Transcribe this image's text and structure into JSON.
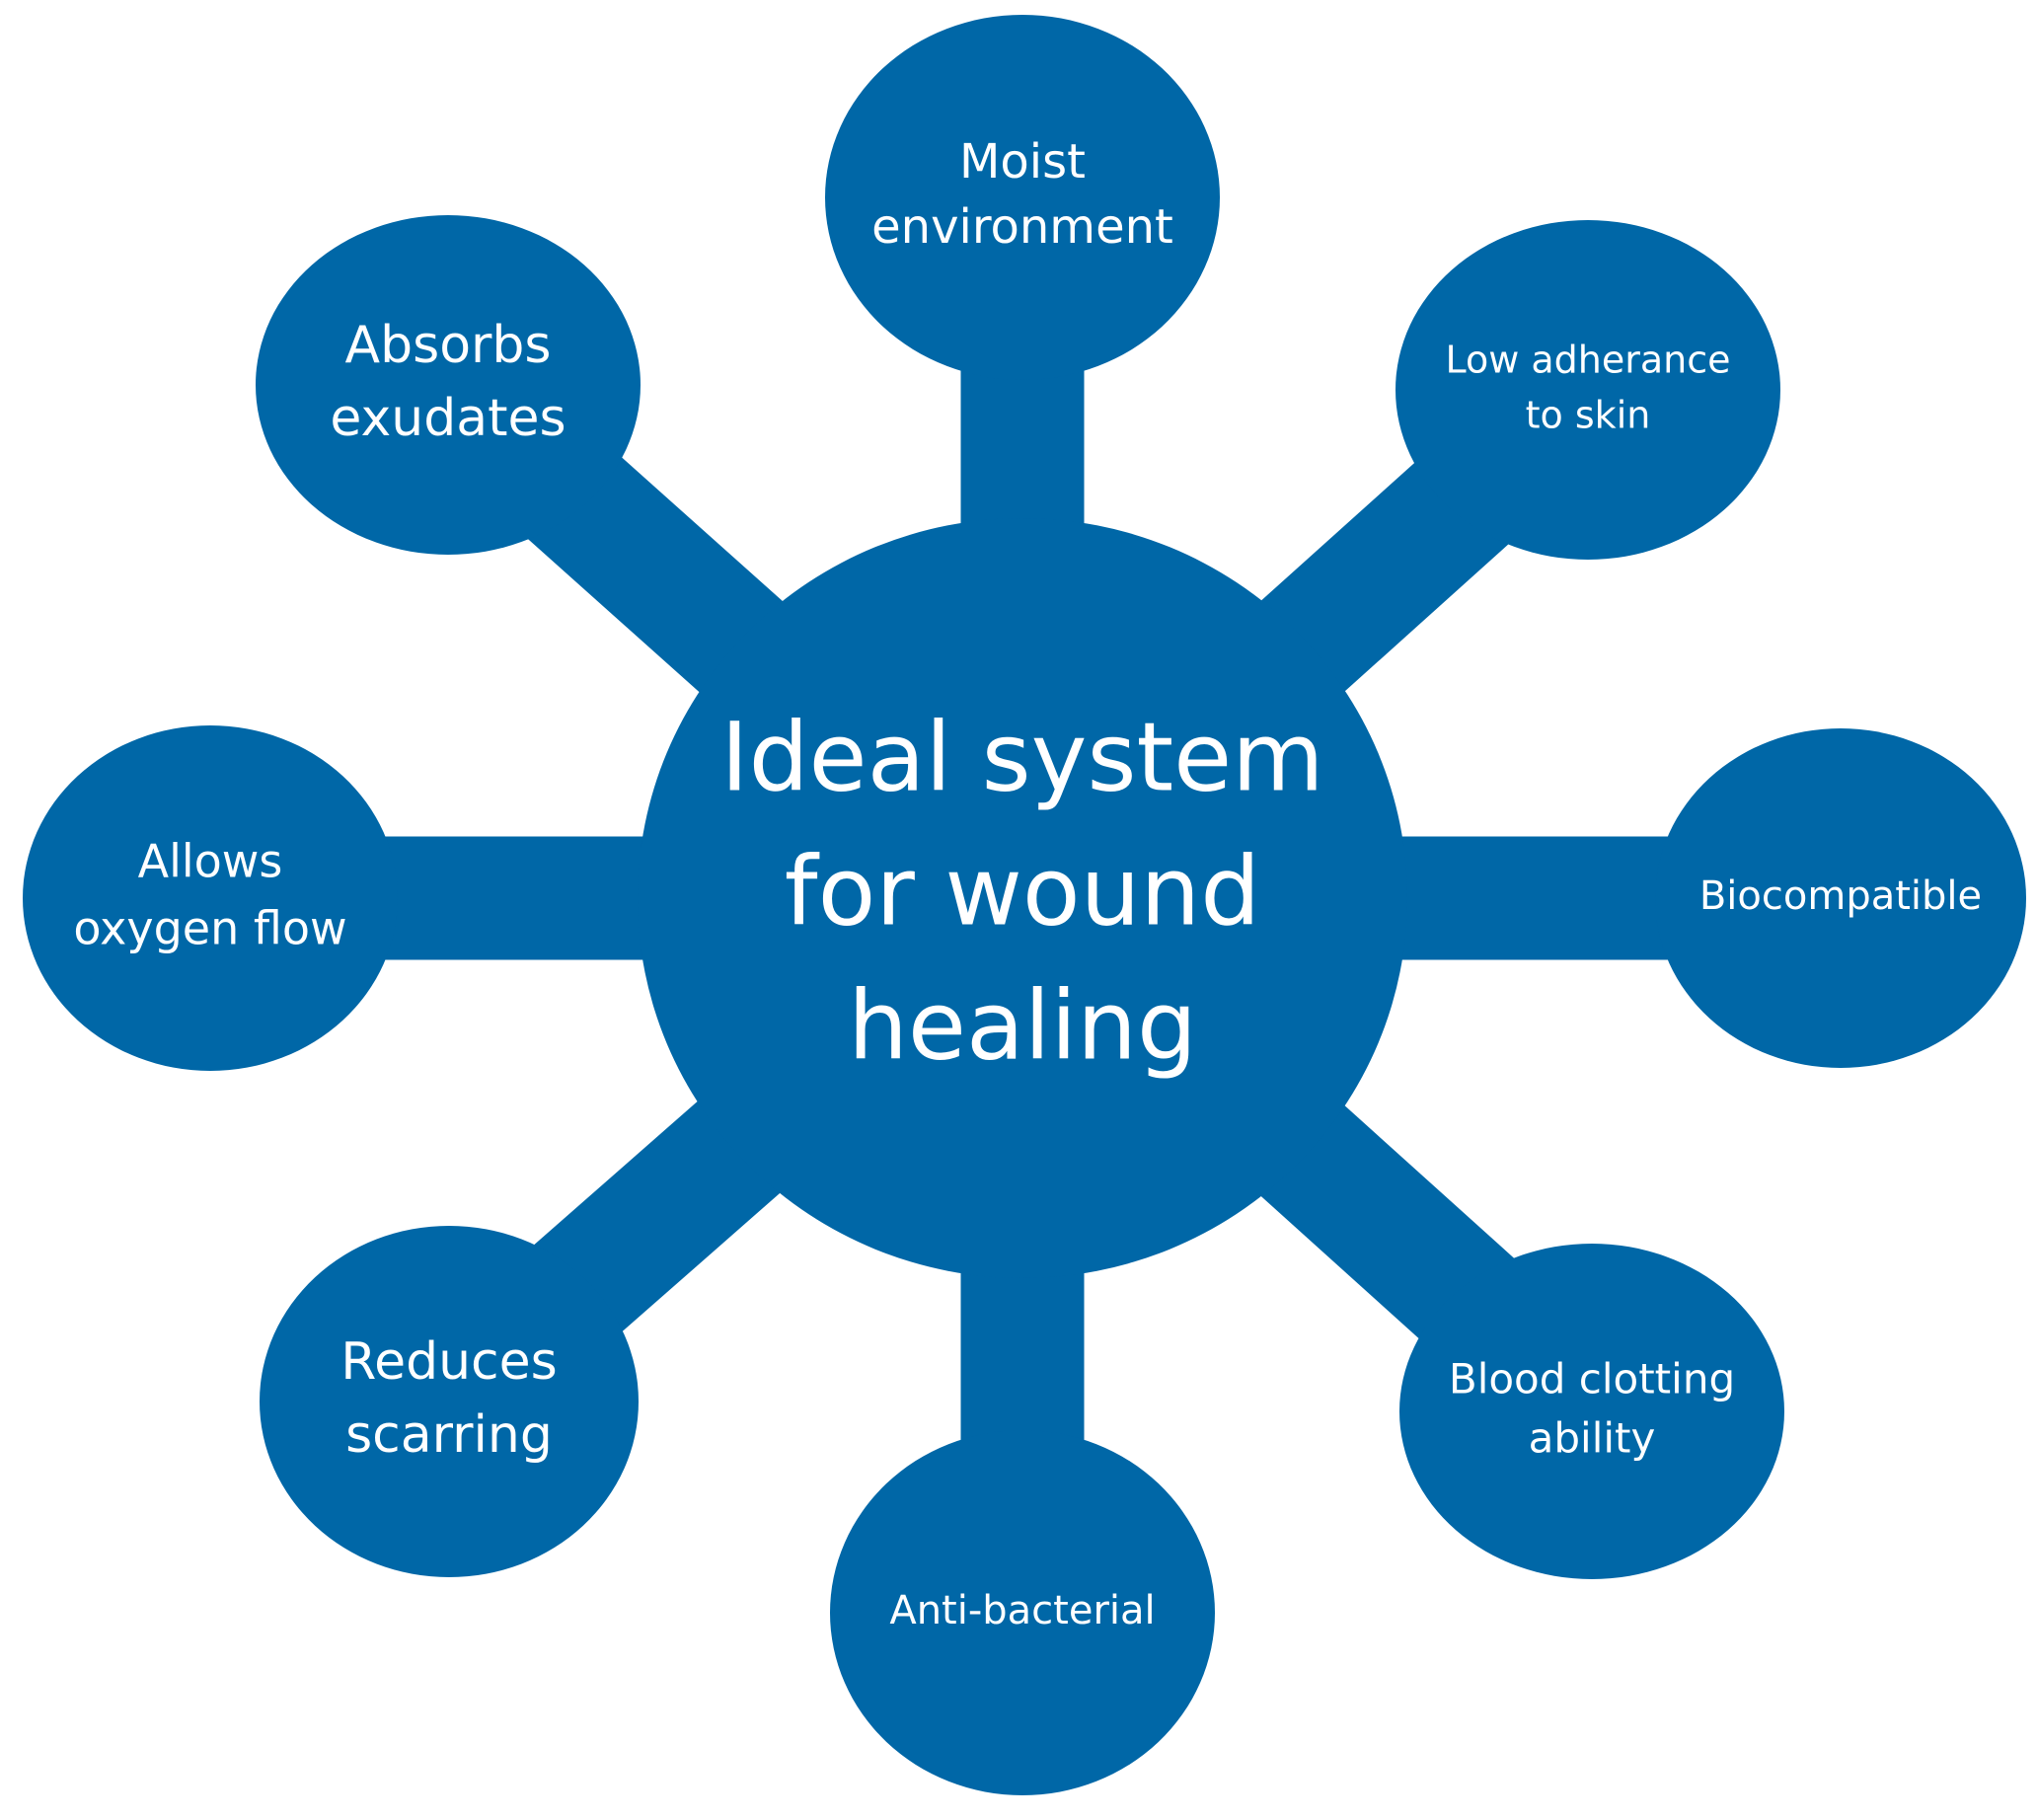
{
  "colors": {
    "fill": "#0067a7",
    "text": "#ffffff",
    "background": "#ffffff"
  },
  "hub": {
    "lines": [
      "Ideal system",
      "for wound",
      "healing"
    ]
  },
  "nodes": [
    {
      "key": "moist",
      "lines": [
        "Moist",
        "environment"
      ]
    },
    {
      "key": "low-adherance",
      "lines": [
        "Low adherance",
        "to skin"
      ]
    },
    {
      "key": "biocompatible",
      "lines": [
        "Biocompatible"
      ]
    },
    {
      "key": "blood-clotting",
      "lines": [
        "Blood clotting",
        "ability"
      ]
    },
    {
      "key": "anti-bacterial",
      "lines": [
        "Anti-bacterial"
      ]
    },
    {
      "key": "reduces-scarring",
      "lines": [
        "Reduces",
        "scarring"
      ]
    },
    {
      "key": "allows-oxygen",
      "lines": [
        "Allows",
        "oxygen flow"
      ]
    },
    {
      "key": "absorbs-exudates",
      "lines": [
        "Absorbs",
        "exudates"
      ]
    }
  ]
}
